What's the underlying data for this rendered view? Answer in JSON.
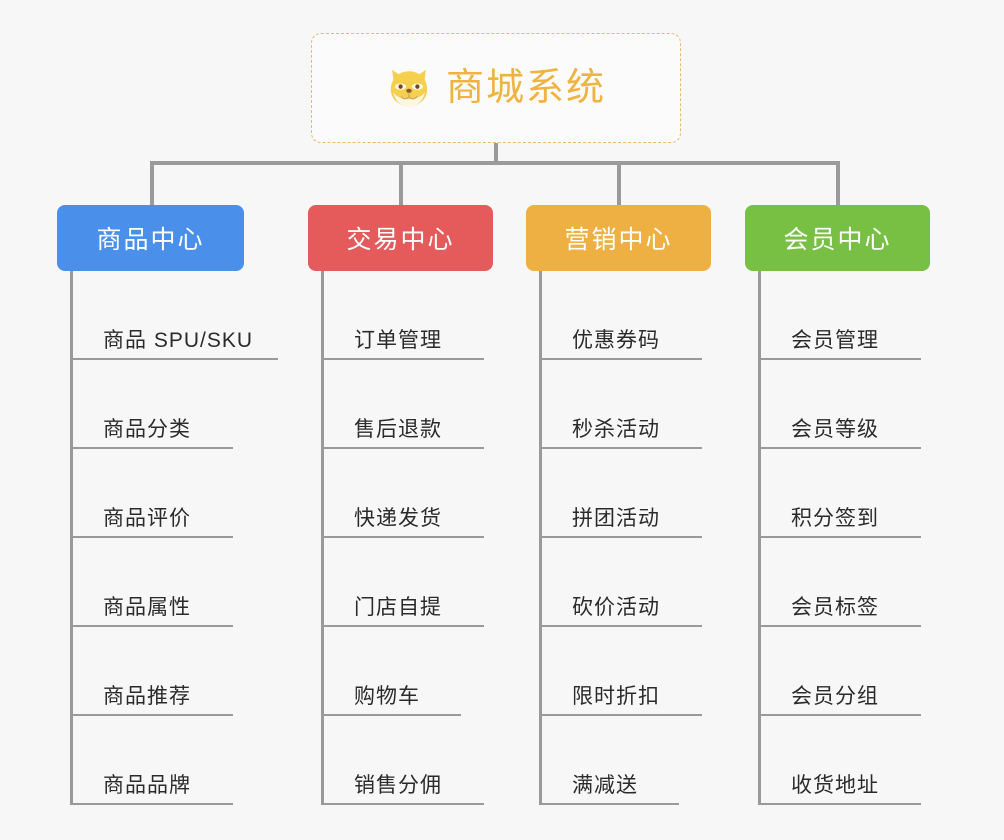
{
  "diagram": {
    "type": "mindmap-tree",
    "background_color": "#f7f7f7",
    "root": {
      "title": "商城系统",
      "icon": "shiba-dog-face-icon",
      "text_color": "#efb340",
      "border_color": "#e9b96b",
      "border_style": "dashed"
    },
    "connector_color": "#9a9a9a",
    "branches": [
      {
        "label": "商品中心",
        "color": "#4a90ea",
        "items": [
          "商品 SPU/SKU",
          "商品分类",
          "商品评价",
          "商品属性",
          "商品推荐",
          "商品品牌"
        ]
      },
      {
        "label": "交易中心",
        "color": "#e55a5a",
        "items": [
          "订单管理",
          "售后退款",
          "快递发货",
          "门店自提",
          "购物车",
          "销售分佣"
        ]
      },
      {
        "label": "营销中心",
        "color": "#eeb042",
        "items": [
          "优惠券码",
          "秒杀活动",
          "拼团活动",
          "砍价活动",
          "限时折扣",
          "满减送"
        ]
      },
      {
        "label": "会员中心",
        "color": "#78c043",
        "items": [
          "会员管理",
          "会员等级",
          "积分签到",
          "会员标签",
          "会员分组",
          "收货地址"
        ]
      }
    ]
  }
}
